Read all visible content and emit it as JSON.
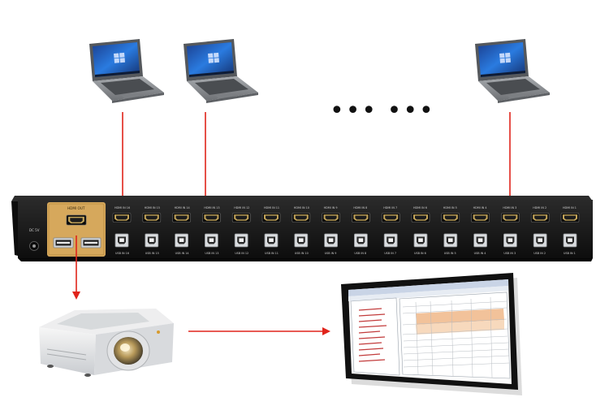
{
  "colors": {
    "arrow": "#e0241b",
    "switch_body": "#1b1b1b",
    "switch_face": "#121212",
    "hdmi_out_panel": "#d6a85c",
    "port_metal": "#bfc3c7",
    "laptop_body": "#8c8f93",
    "screen_blue": "#1f5fb8"
  },
  "ellipsis": "••• •••",
  "switch": {
    "hdmi_out_label": "HDMI OUT",
    "power_label": "DC 5V",
    "hdmi_in_labels": [
      "HDMI IN 16",
      "HDMI IN 15",
      "HDMI IN 14",
      "HDMI IN 13",
      "HDMI IN 12",
      "HDMI IN 11",
      "HDMI IN 10",
      "HDMI IN 9",
      "HDMI IN 8",
      "HDMI IN 7",
      "HDMI IN 6",
      "HDMI IN 5",
      "HDMI IN 4",
      "HDMI IN 3",
      "HDMI IN 2",
      "HDMI IN 1"
    ],
    "usb_in_labels": [
      "USB IN 16",
      "USB IN 15",
      "USB IN 14",
      "USB IN 13",
      "USB IN 12",
      "USB IN 11",
      "USB IN 10",
      "USB IN 9",
      "USB IN 8",
      "USB IN 7",
      "USB IN 6",
      "USB IN 5",
      "USB IN 4",
      "USB IN 3",
      "USB IN 2",
      "USB IN 1"
    ]
  },
  "devices": {
    "laptops": [
      "laptop-1",
      "laptop-2",
      "laptop-3"
    ],
    "projector": "projector",
    "screen": "projection-screen"
  },
  "icons": [
    "laptop-icon",
    "projector-icon",
    "projection-screen-icon",
    "arrow-icon",
    "hdmi-port-icon",
    "usb-b-port-icon",
    "usb-a-port-icon",
    "power-jack-icon"
  ]
}
